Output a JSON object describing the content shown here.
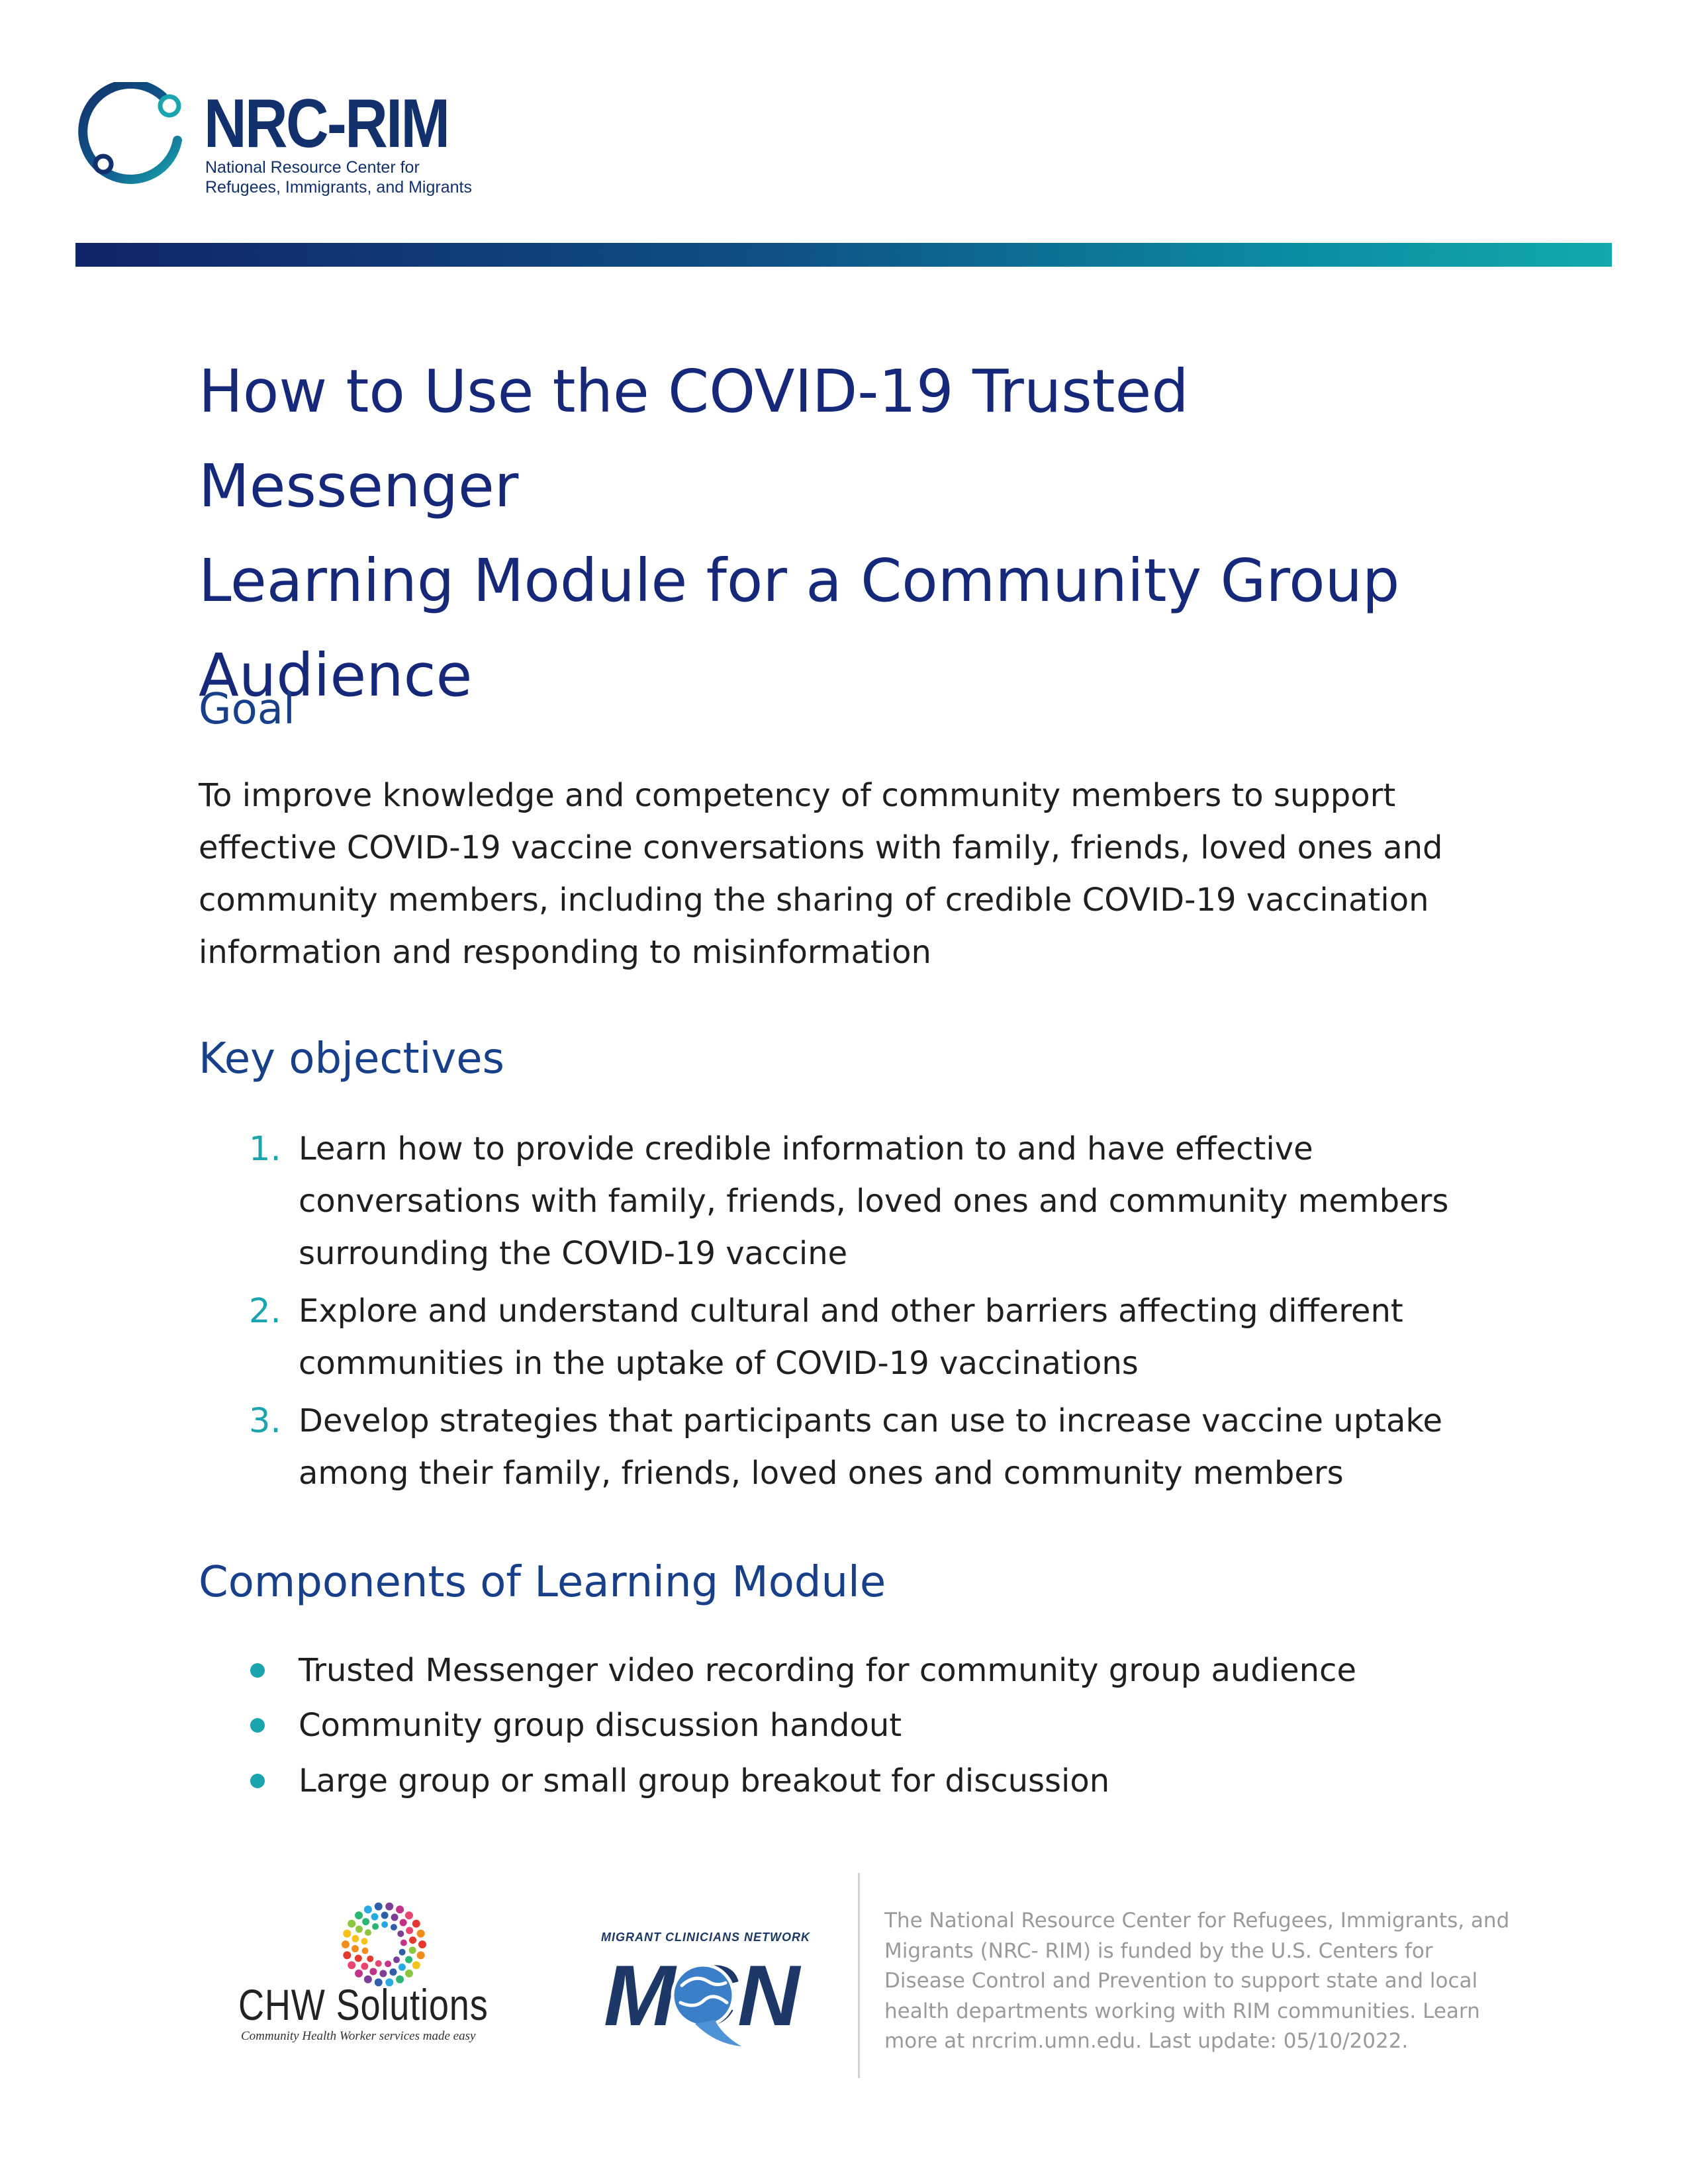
{
  "header": {
    "logo_name": "NRC-RIM",
    "logo_subtitle_line1": "National Resource Center for",
    "logo_subtitle_line2": "Refugees, Immigrants, and Migrants"
  },
  "title_lines": [
    "How to Use the COVID-19 Trusted Messenger",
    "Learning Module for a Community Group",
    "Audience"
  ],
  "goal": {
    "heading": "Goal",
    "text": "To improve knowledge and competency of community members to support effective COVID-19 vaccine conversations with family, friends, loved ones and community members, including the sharing of credible COVID-19 vaccination information and responding to misinformation"
  },
  "objectives": {
    "heading": "Key objectives",
    "items": [
      {
        "number": "1.",
        "text": "Learn how to provide credible information to and have effective conversations with family, friends, loved ones and community members surrounding the COVID-19 vaccine"
      },
      {
        "number": "2.",
        "text": "Explore and understand cultural and other barriers affecting different communities in the uptake of COVID-19 vaccinations"
      },
      {
        "number": "3.",
        "text": "Develop strategies that participants can use to increase vaccine uptake among their family, friends, loved ones and community members"
      }
    ]
  },
  "components": {
    "heading": "Components of Learning Module",
    "items": [
      "Trusted Messenger video recording for community group audience",
      "Community group discussion handout",
      "Large group or small group breakout for discussion"
    ]
  },
  "footer": {
    "chw_name": "CHW Solutions",
    "chw_tagline": "Community Health Worker services made easy",
    "mcn_top": "MIGRANT CLINICIANS NETWORK",
    "mcn_letters": "MCN",
    "note": "The National Resource Center for Refugees, Immigrants, and Migrants (NRC- RIM) is funded by the U.S. Centers for Disease Control and Prevention to support state and local health departments working with RIM communities. Learn more at nrcrim.umn.edu. Last update: 05/10/2022."
  },
  "colors": {
    "title": "#15287a",
    "heading": "#18408a",
    "accent_teal": "#1aa4ad",
    "brand_navy": "#12306b",
    "footer_text": "#9a9a9a"
  },
  "icons": {
    "bullet": "teal-dot",
    "logo_mark": "ring-with-nodes",
    "chw_mark": "colorful-dot-burst",
    "mcn_mark": "globe"
  }
}
